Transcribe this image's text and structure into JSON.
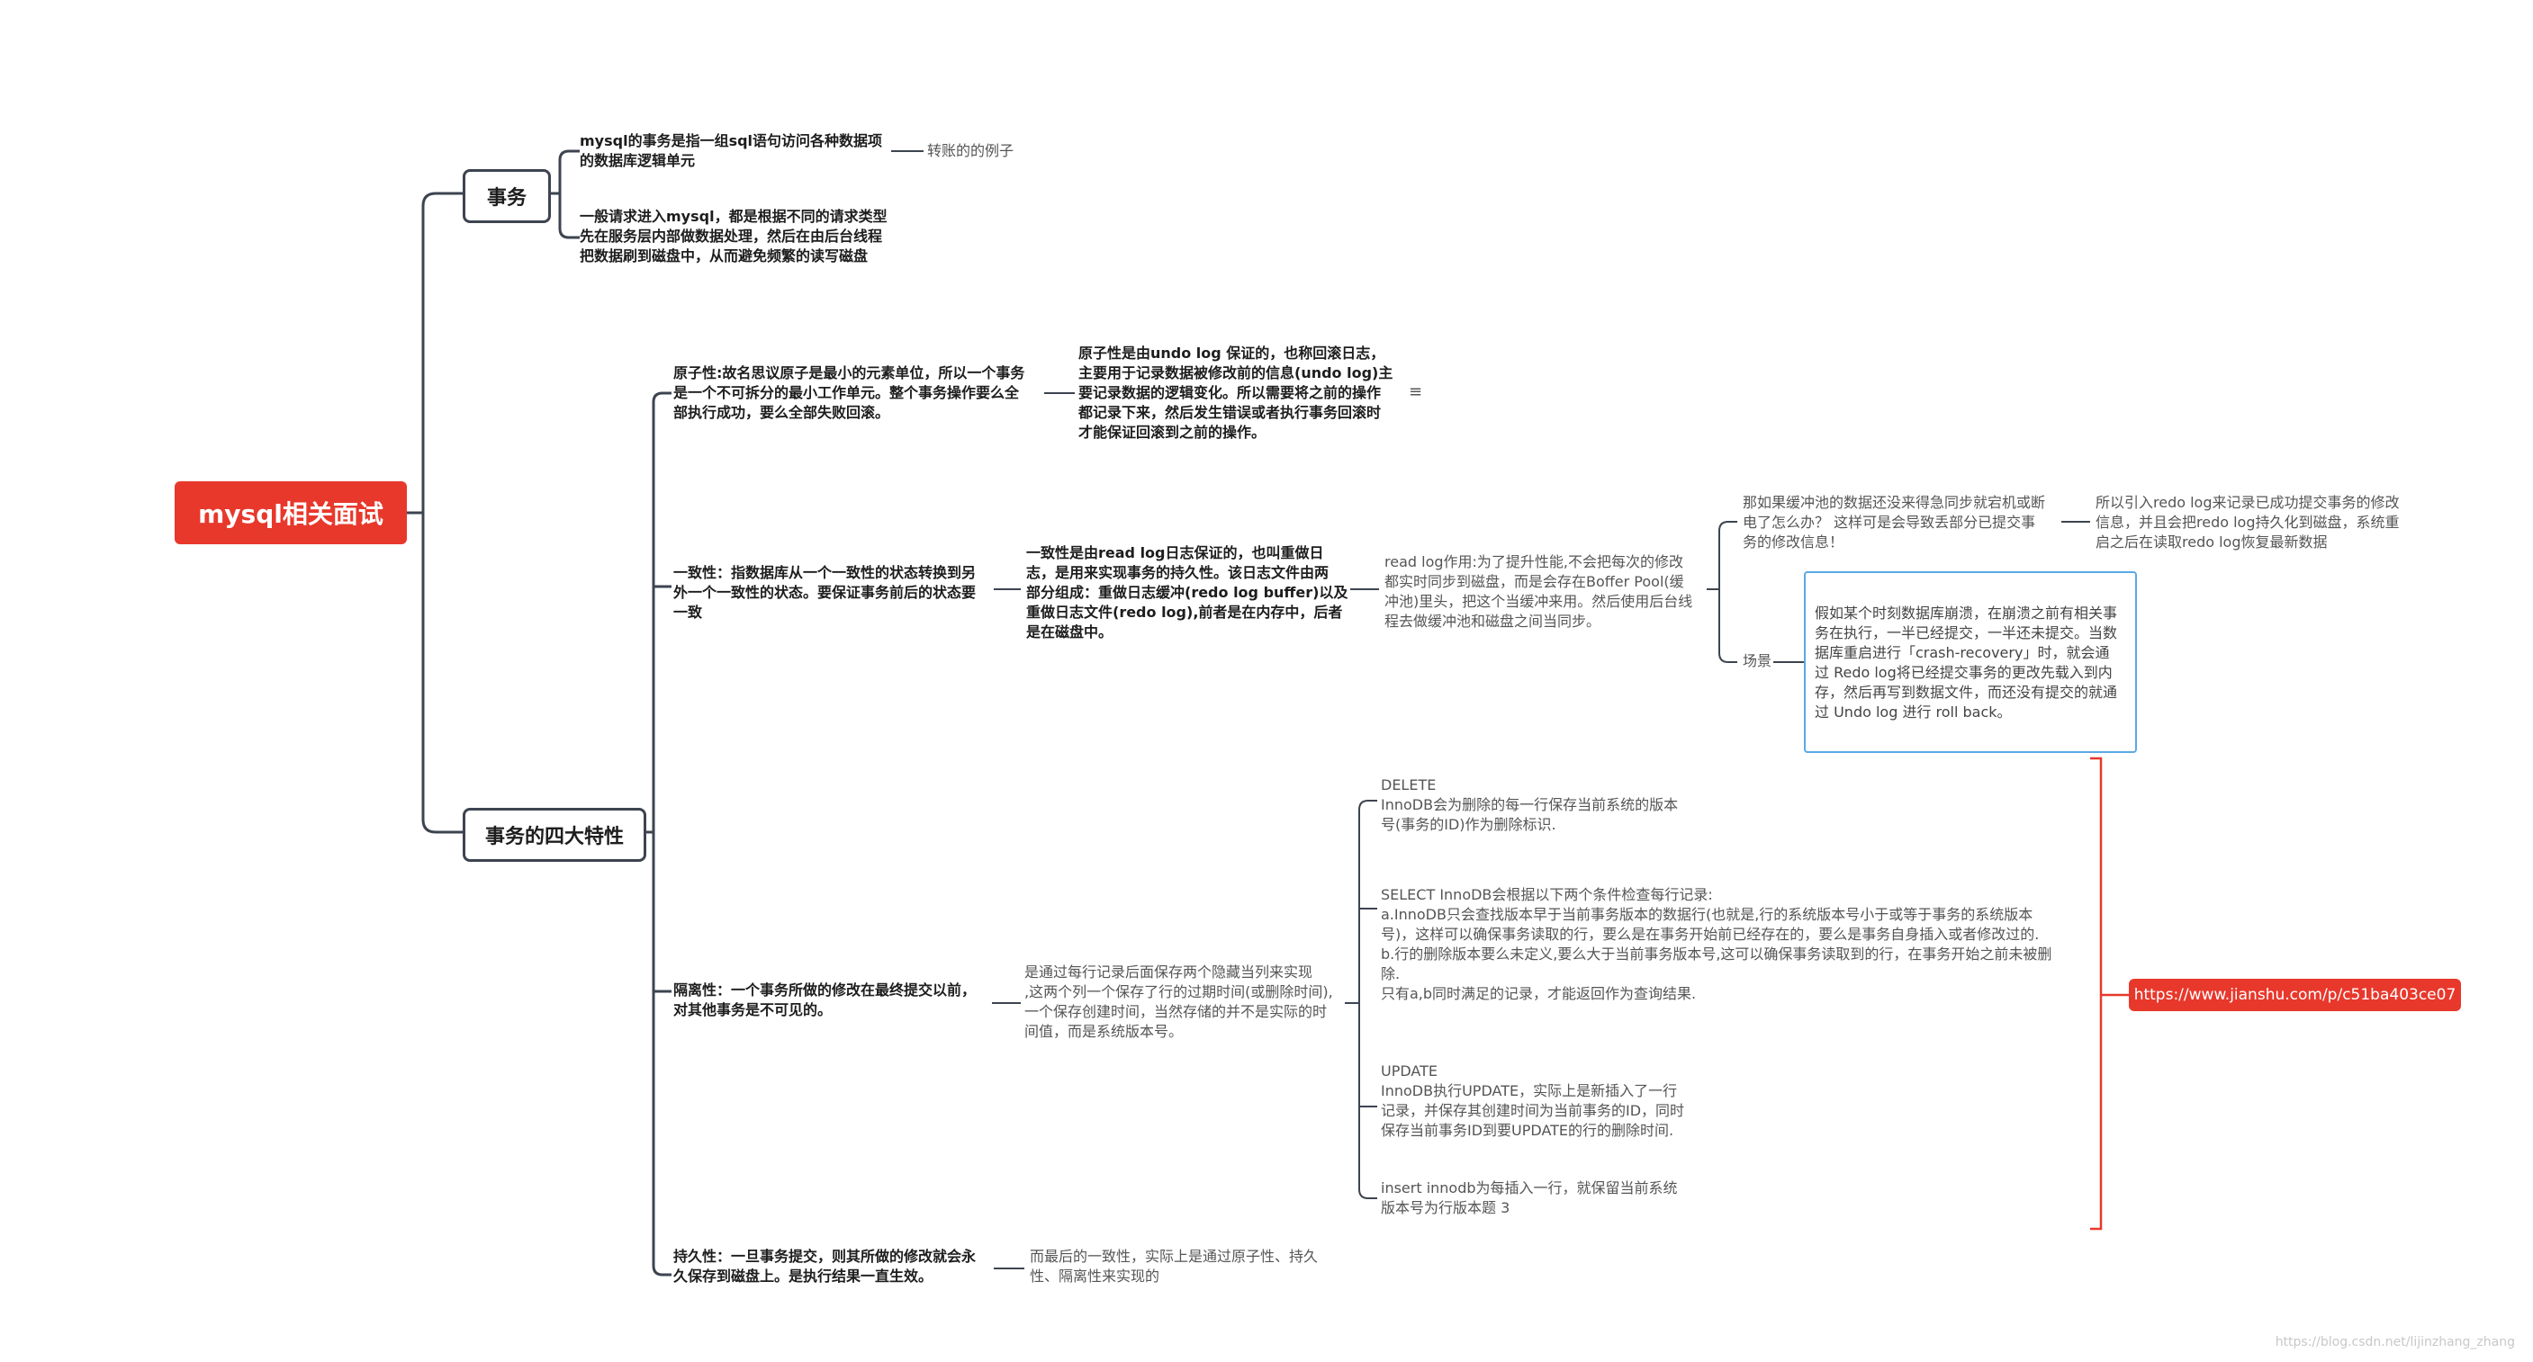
{
  "root": "mysql相关面试",
  "branches": {
    "transaction": "事务",
    "four_props": "事务的四大特性"
  },
  "transaction": {
    "def": "mysql的事务是指一组sql语句访问各种数据项\n的数据库逻辑单元",
    "example": "转账的的例子",
    "process": "一般请求进入mysql，都是根据不同的请求类型\n先在服务层内部做数据处理，然后在由后台线程\n把数据刷到磁盘中，从而避免频繁的读写磁盘"
  },
  "atomicity": {
    "label": "原子性:故名思议原子是最小的元素单位，所以一个事务\n是一个不可拆分的最小工作单元。整个事务操作要么全\n部执行成功，要么全部失败回滚。",
    "detail": "原子性是由undo log 保证的，也称回滚日志，\n主要用于记录数据被修改前的信息(undo log)主\n要记录数据的逻辑变化。所以需要将之前的操作\n都记录下来，然后发生错误或者执行事务回滚时\n才能保证回滚到之前的操作。",
    "note_icon": "note-icon"
  },
  "consistency": {
    "label": "一致性：指数据库从一个一致性的状态转换到另\n外一个一致性的状态。要保证事务前后的状态要\n一致",
    "detail": "一致性是由read log日志保证的，也叫重做日\n志，是用来实现事务的持久性。该日志文件由两\n部分组成：重做日志缓冲(redo log buffer)以及\n重做日志文件(redo log),前者是在内存中，后者\n是在磁盘中。",
    "read_log": "read log作用:为了提升性能,不会把每次的修改\n都实时同步到磁盘，而是会存在Boffer Pool(缓\n冲池)里头，把这个当缓冲来用。然后使用后台线\n程去做缓冲池和磁盘之间当同步。",
    "power_off": "那如果缓冲池的数据还没来得急同步就宕机或断\n电了怎么办？  这样可是会导致丢部分已提交事\n务的修改信息！",
    "redo_reason": "所以引入redo log来记录已成功提交事务的修改\n信息，并且会把redo log持久化到磁盘，系统重\n启之后在读取redo log恢复最新数据",
    "scene_label": "场景",
    "scene": "假如某个时刻数据库崩溃，在崩溃之前有相关事\n务在执行，一半已经提交，一半还未提交。当数\n据库重启进行「crash-recovery」时，就会通\n过 Redo log将已经提交事务的更改先载入到内\n存，然后再写到数据文件，而还没有提交的就通\n过 Undo log 进行 roll back。"
  },
  "isolation": {
    "label": "隔离性：一个事务所做的修改在最终提交以前，\n对其他事务是不可见的。",
    "detail": "是通过每行记录后面保存两个隐藏当列来实现\n,这两个列一个保存了行的过期时间(或删除时间),\n一个保存创建时间，当然存储的并不是实际的时\n间值，而是系统版本号。",
    "delete": "DELETE\nInnoDB会为删除的每一行保存当前系统的版本\n号(事务的ID)作为删除标识.",
    "select": "SELECT         InnoDB会根据以下两个条件检查每行记录:\na.InnoDB只会查找版本早于当前事务版本的数据行(也就是,行的系统版本号小于或等于事务的系统版本\n号)，这样可以确保事务读取的行，要么是在事务开始前已经存在的，要么是事务自身插入或者修改过的.\nb.行的删除版本要么未定义,要么大于当前事务版本号,这可以确保事务读取到的行，在事务开始之前未被删\n除.\n只有a,b同时满足的记录，才能返回作为查询结果.",
    "update": "UPDATE\nInnoDB执行UPDATE，实际上是新插入了一行\n记录，并保存其创建时间为当前事务的ID，同时\n保存当前事务ID到要UPDATE的行的删除时间.",
    "insert": "insert  innodb为每插入一行，就保留当前系统\n版本号为行版本题 3",
    "link": "https://www.jianshu.com/p/c51ba403ce07"
  },
  "durability": {
    "label": "持久性：一旦事务提交，则其所做的修改就会永\n久保存到磁盘上。是执行结果一直生效。",
    "detail": "而最后的一致性，实际上是通过原子性、持久\n性、隔离性来实现的"
  },
  "watermark": "https://blog.csdn.net/lijinzhang_zhang",
  "colors": {
    "root": "#e8382c",
    "link_pill": "#e8382c",
    "bracket": "#e8382c",
    "scene_box_border": "#5aa9e6",
    "connector": "#3d4450"
  }
}
